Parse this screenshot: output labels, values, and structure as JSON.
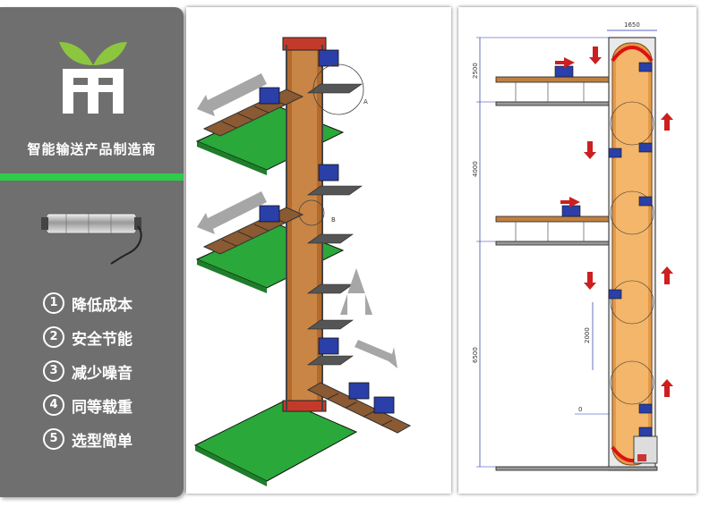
{
  "brand": {
    "tagline": "智能输送产品制造商",
    "colors": {
      "sidebar": "#6f6f6f",
      "accent_green": "#2ecc49",
      "leaf_green": "#8cc63f"
    }
  },
  "features": [
    {
      "num": "1",
      "label": "降低成本"
    },
    {
      "num": "2",
      "label": "安全节能"
    },
    {
      "num": "3",
      "label": "减少噪音"
    },
    {
      "num": "4",
      "label": "同等载重"
    },
    {
      "num": "5",
      "label": "选型简单"
    }
  ],
  "drawing_3d": {
    "callout_a": "A",
    "callout_b": "B"
  },
  "drawing_2d": {
    "dim_width": "1650",
    "dim_top": "2500",
    "dim_mid": "4000",
    "dim_low": "6500",
    "dim_pitch": "2000",
    "dim_zero": "0"
  }
}
